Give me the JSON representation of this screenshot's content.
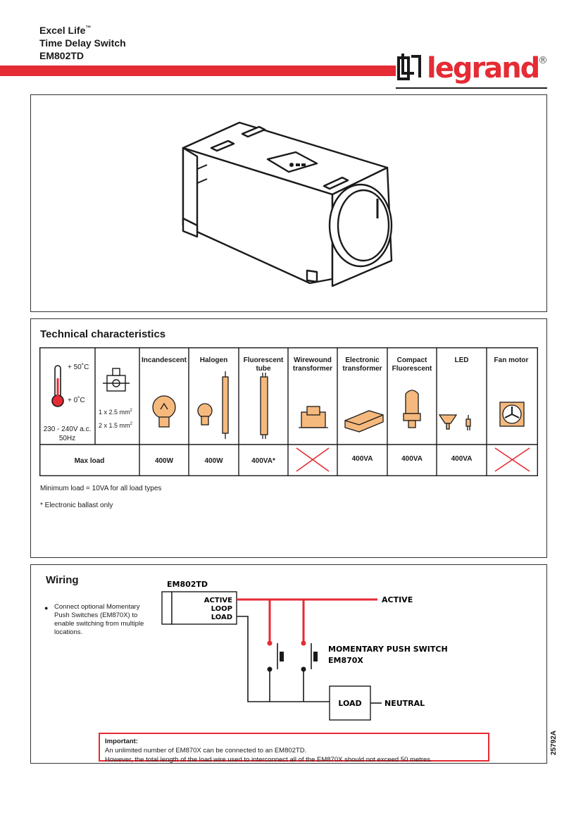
{
  "header": {
    "line1": "Excel Life",
    "trademark": "™",
    "line2": "Time Delay Switch",
    "line3": "EM802TD",
    "logo_text": "legrand",
    "registered": "®",
    "brand_color": "#e52b34"
  },
  "technical": {
    "title": "Technical characteristics",
    "temp_max": "+ 50˚C",
    "temp_min": "+ 0˚C",
    "voltage": "230 - 240V a.c.",
    "frequency": "50Hz",
    "terminal_1": "1 x 2.5 mm",
    "terminal_2": "2 x 1.5 mm",
    "terminal_sup": "2",
    "max_load_label": "Max load",
    "columns": [
      {
        "name": "Incandescent",
        "max_load": "400W",
        "icon": "incandescent-bulb-icon"
      },
      {
        "name": "Halogen",
        "max_load": "400W",
        "icon": "halogen-lamp-icon"
      },
      {
        "name": "Fluorescent tube",
        "max_load": "400VA*",
        "icon": "fluorescent-tube-icon"
      },
      {
        "name": "Wirewound transformer",
        "max_load": "",
        "not_suitable": true,
        "icon": "wirewound-transformer-icon"
      },
      {
        "name": "Electronic transformer",
        "max_load": "400VA",
        "icon": "electronic-transformer-icon"
      },
      {
        "name": "Compact Fluorescent",
        "max_load": "400VA",
        "icon": "compact-fluorescent-icon"
      },
      {
        "name": "LED",
        "max_load": "400VA",
        "icon": "led-lamp-icon"
      },
      {
        "name": "Fan motor",
        "max_load": "",
        "not_suitable": true,
        "icon": "fan-motor-icon"
      }
    ],
    "min_load_note": "Minimum load = 10VA for all load types",
    "ballast_note": "* Electronic ballast only"
  },
  "wiring": {
    "title": "Wiring",
    "note": "Connect optional Momentary Push Switches (EM870X) to enable switching from multiple locations.",
    "device_label": "EM802TD",
    "terminal_active": "ACTIVE",
    "terminal_loop": "LOOP",
    "terminal_load": "LOAD",
    "active_label": "ACTIVE",
    "switch_label_1": "MOMENTARY PUSH SWITCH",
    "switch_label_2": "EM870X",
    "load_box_label": "LOAD",
    "neutral_label": "NEUTRAL"
  },
  "important": {
    "title": "Important:",
    "line1": "An unlimited number of EM870X can be connected to an EM802TD.",
    "line2": "However, the total length of the load wire used to interconnect all of the EM870X should not exceed 50 metres."
  },
  "doc_number": "25792A"
}
